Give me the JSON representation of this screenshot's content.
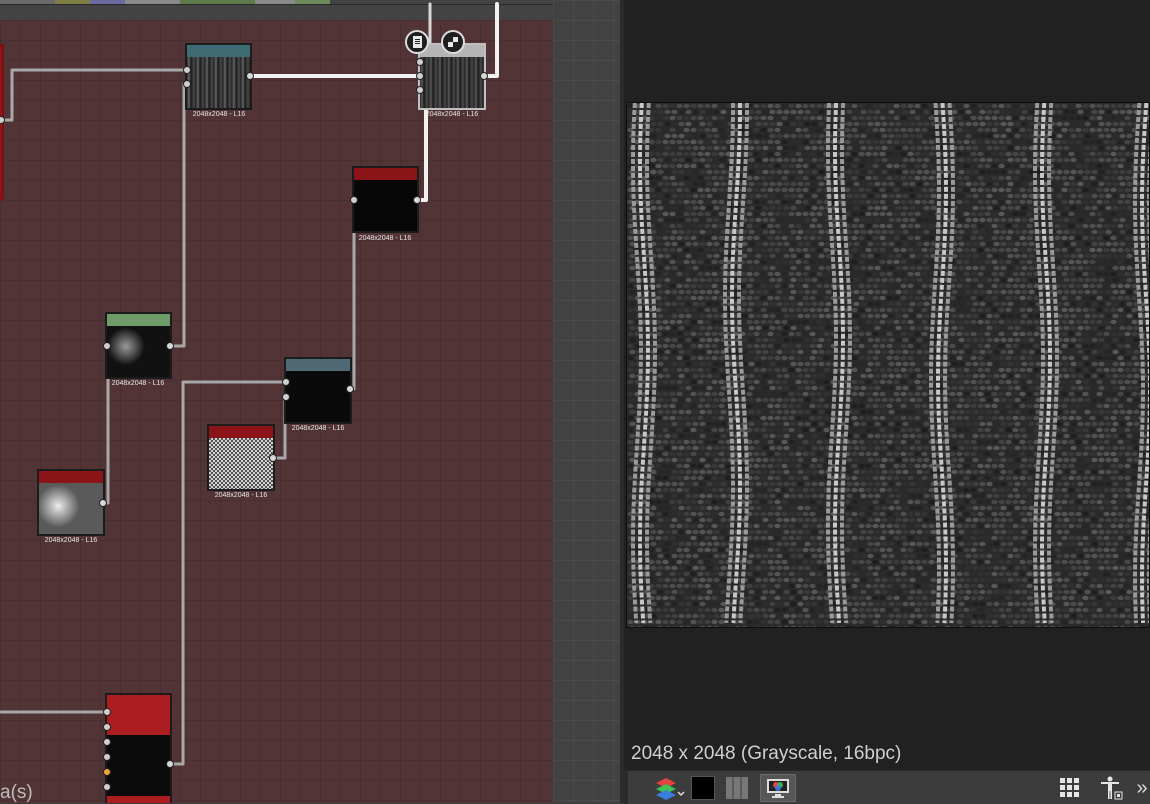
{
  "graph": {
    "frame_color": "#523437",
    "top_strip_colors": [
      "#6a6a6a",
      "#7f7f45",
      "#6d6aa0",
      "#8a8a8a",
      "#5d7a4b",
      "#8a8a8a",
      "#6d8a5d"
    ],
    "node_label": "2048x2048 - L16",
    "bottom_left_label": "a(s)",
    "header_colors": {
      "teal": "#3f6b75",
      "slate": "#4f6a74",
      "red": "#8b1418",
      "green": "#6f9b69",
      "red_bright": "#ab1d1f"
    }
  },
  "nodes": {
    "n1": {
      "label": "2048x2048 - L16"
    },
    "n2": {
      "label": "2048x2048 - L16"
    },
    "n3": {
      "label": "2048x2048 - L16"
    },
    "n4": {
      "label": "2048x2048 - L16"
    },
    "n5": {
      "label": "2048x2048 - L16"
    },
    "n6": {
      "label": "2048x2048 - L16"
    },
    "n7": {
      "label": "2048x2048 - L16"
    }
  },
  "node_tools": {
    "left_icon": "document-icon",
    "right_icon": "checker-icon"
  },
  "preview": {
    "info": "2048 x 2048 (Grayscale, 16bpc)",
    "toolbar": {
      "channels_icon": "layers-icon",
      "solid_bg_icon": "black-square-icon",
      "checker_bg_icon": "gray-bars-icon",
      "display_icon": "monitor-color-icon",
      "grid_icon": "grid-icon",
      "pose_icon": "figure-icon",
      "more_label": "»"
    }
  }
}
